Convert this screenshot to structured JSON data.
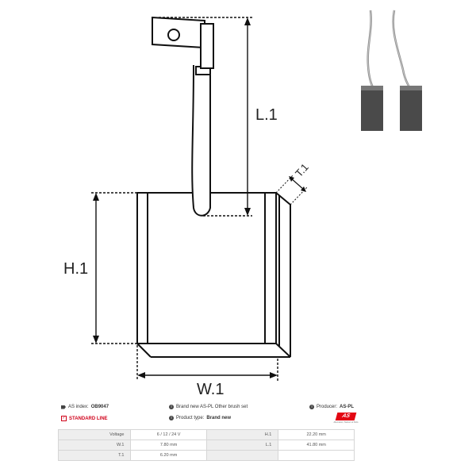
{
  "drawing": {
    "labels": {
      "l1": "L.1",
      "t1": "T.1",
      "h1": "H.1",
      "w1": "W.1"
    }
  },
  "info": {
    "as_index_label": "AS index:",
    "as_index_value": "OB9047",
    "description": "Brand new AS-PL Other brush set",
    "producer_label": "Producer:",
    "producer_value": "AS-PL",
    "standard_line": "STANDARD LINE",
    "product_type_label": "Product type:",
    "product_type_value": "Brand new"
  },
  "logo": {
    "mark": "AS",
    "tagline": "Alternators, Starters & Parts"
  },
  "specs": [
    {
      "label": "Voltage",
      "value": "6 / 12 / 24 V",
      "label2": "H.1",
      "value2": "22.20 mm"
    },
    {
      "label": "W.1",
      "value": "7.80 mm",
      "label2": "L.1",
      "value2": "41.80 mm"
    },
    {
      "label": "T.1",
      "value": "6.20 mm",
      "label2": "",
      "value2": ""
    }
  ],
  "colors": {
    "accent": "#d0021b",
    "logo": "#e30613",
    "line": "#111111"
  }
}
